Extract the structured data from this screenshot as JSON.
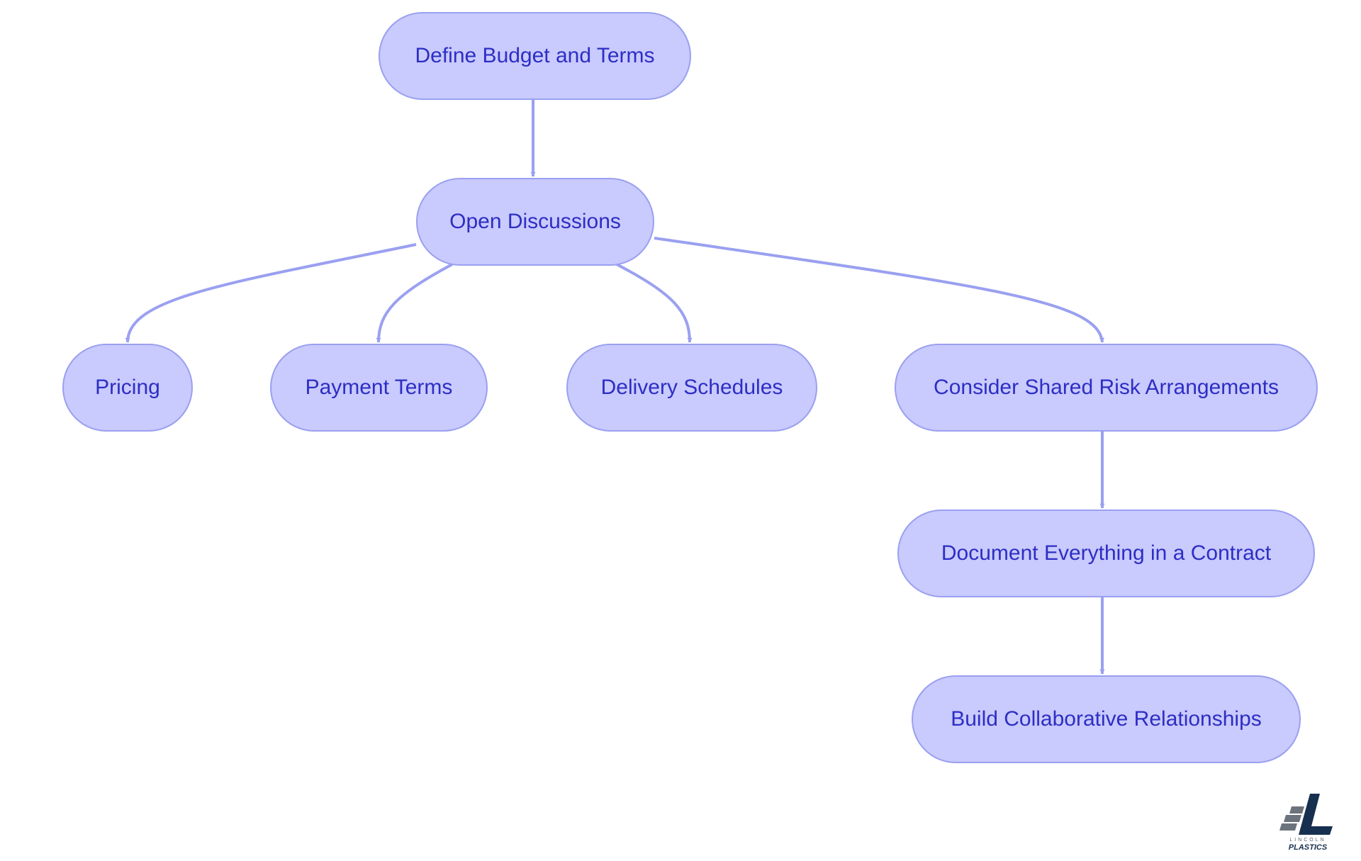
{
  "diagram": {
    "nodes": [
      {
        "id": "define-budget",
        "label": "Define Budget and Terms"
      },
      {
        "id": "open-discussions",
        "label": "Open Discussions"
      },
      {
        "id": "pricing",
        "label": "Pricing"
      },
      {
        "id": "payment-terms",
        "label": "Payment Terms"
      },
      {
        "id": "delivery-schedules",
        "label": "Delivery Schedules"
      },
      {
        "id": "shared-risk",
        "label": "Consider Shared Risk Arrangements"
      },
      {
        "id": "document-contract",
        "label": "Document Everything in a Contract"
      },
      {
        "id": "collaborative-relationships",
        "label": "Build Collaborative Relationships"
      }
    ],
    "edges": [
      {
        "from": "define-budget",
        "to": "open-discussions"
      },
      {
        "from": "open-discussions",
        "to": "pricing"
      },
      {
        "from": "open-discussions",
        "to": "payment-terms"
      },
      {
        "from": "open-discussions",
        "to": "delivery-schedules"
      },
      {
        "from": "open-discussions",
        "to": "shared-risk"
      },
      {
        "from": "shared-risk",
        "to": "document-contract"
      },
      {
        "from": "document-contract",
        "to": "collaborative-relationships"
      }
    ],
    "colors": {
      "node_fill": "#c9cafd",
      "node_border": "#9aa0f0",
      "node_text": "#2d2ec4",
      "edge": "#9aa0f0"
    }
  },
  "logo": {
    "top_text": "LINCOLN",
    "bottom_text": "PLASTICS"
  }
}
